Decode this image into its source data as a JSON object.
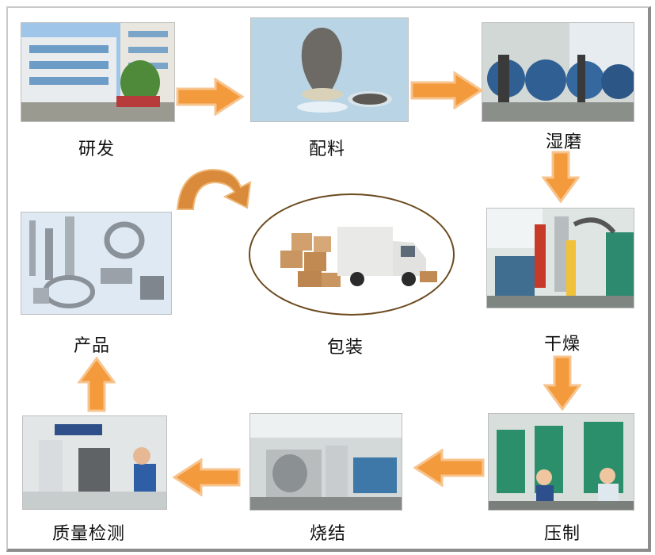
{
  "steps": {
    "research": {
      "label": "研发",
      "icon": "factory-building-photo"
    },
    "batching": {
      "label": "配料",
      "icon": "powder-flask-photo"
    },
    "wet_milling": {
      "label": "湿磨",
      "icon": "ball-mill-photo"
    },
    "drying": {
      "label": "干燥",
      "icon": "dryer-equipment-photo"
    },
    "pressing": {
      "label": "压制",
      "icon": "press-machine-photo"
    },
    "sintering": {
      "label": "烧结",
      "icon": "sintering-furnace-photo"
    },
    "inspection": {
      "label": "质量检测",
      "icon": "microscope-lab-photo"
    },
    "products": {
      "label": "产品",
      "icon": "carbide-products-photo"
    },
    "packaging": {
      "label": "包装",
      "icon": "delivery-truck-photo"
    }
  },
  "colors": {
    "arrow": "#f39a3c",
    "arrow_light": "#f7c48e",
    "ellipse_border": "#6b4a1f"
  }
}
